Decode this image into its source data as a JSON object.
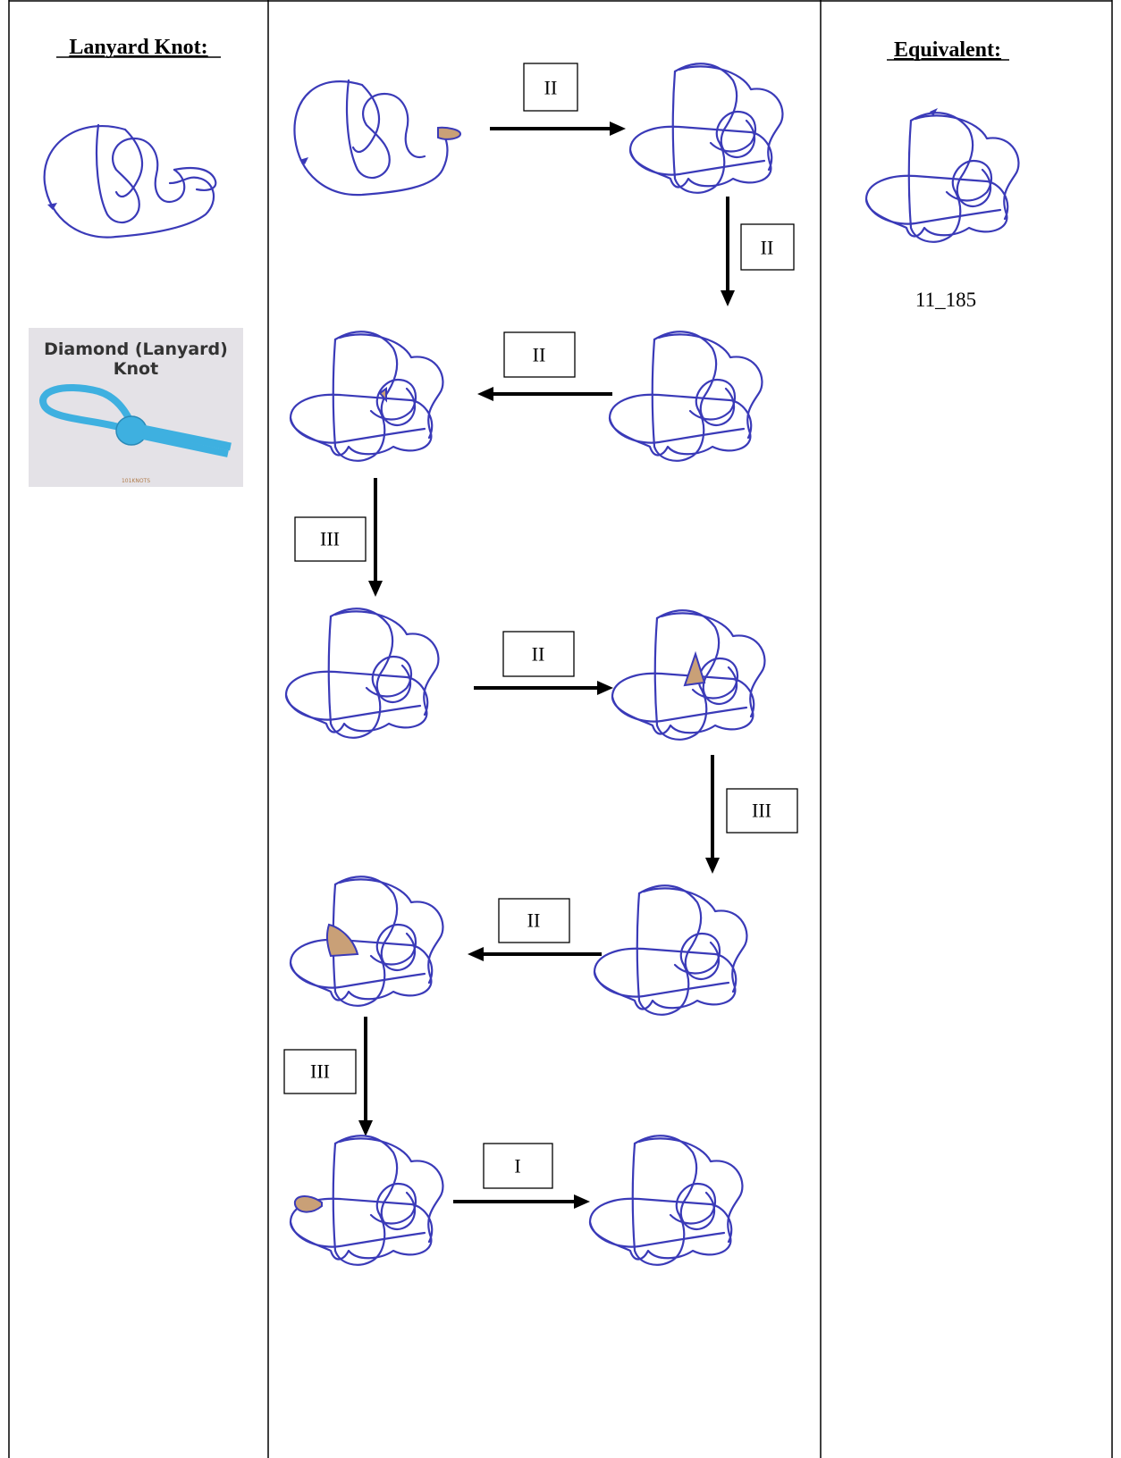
{
  "left_column": {
    "header": "Lanyard Knot:",
    "photo": {
      "title_line1": "Diamond (Lanyard)",
      "title_line2": "Knot",
      "watermark": "101KNOTS",
      "bg_color": "#e4e2e7",
      "rope_color": "#3eb0e0"
    }
  },
  "right_column": {
    "header": "Equivalent:",
    "knot_id": "11_185"
  },
  "moves": {
    "m1": "II",
    "m2": "II",
    "m3": "II",
    "m4": "III",
    "m5": "II",
    "m6": "III",
    "m7": "II",
    "m8": "III",
    "m9": "I"
  },
  "colors": {
    "strand": "#3a3ab8",
    "highlight": "#c9a077",
    "arrow": "#000000"
  }
}
